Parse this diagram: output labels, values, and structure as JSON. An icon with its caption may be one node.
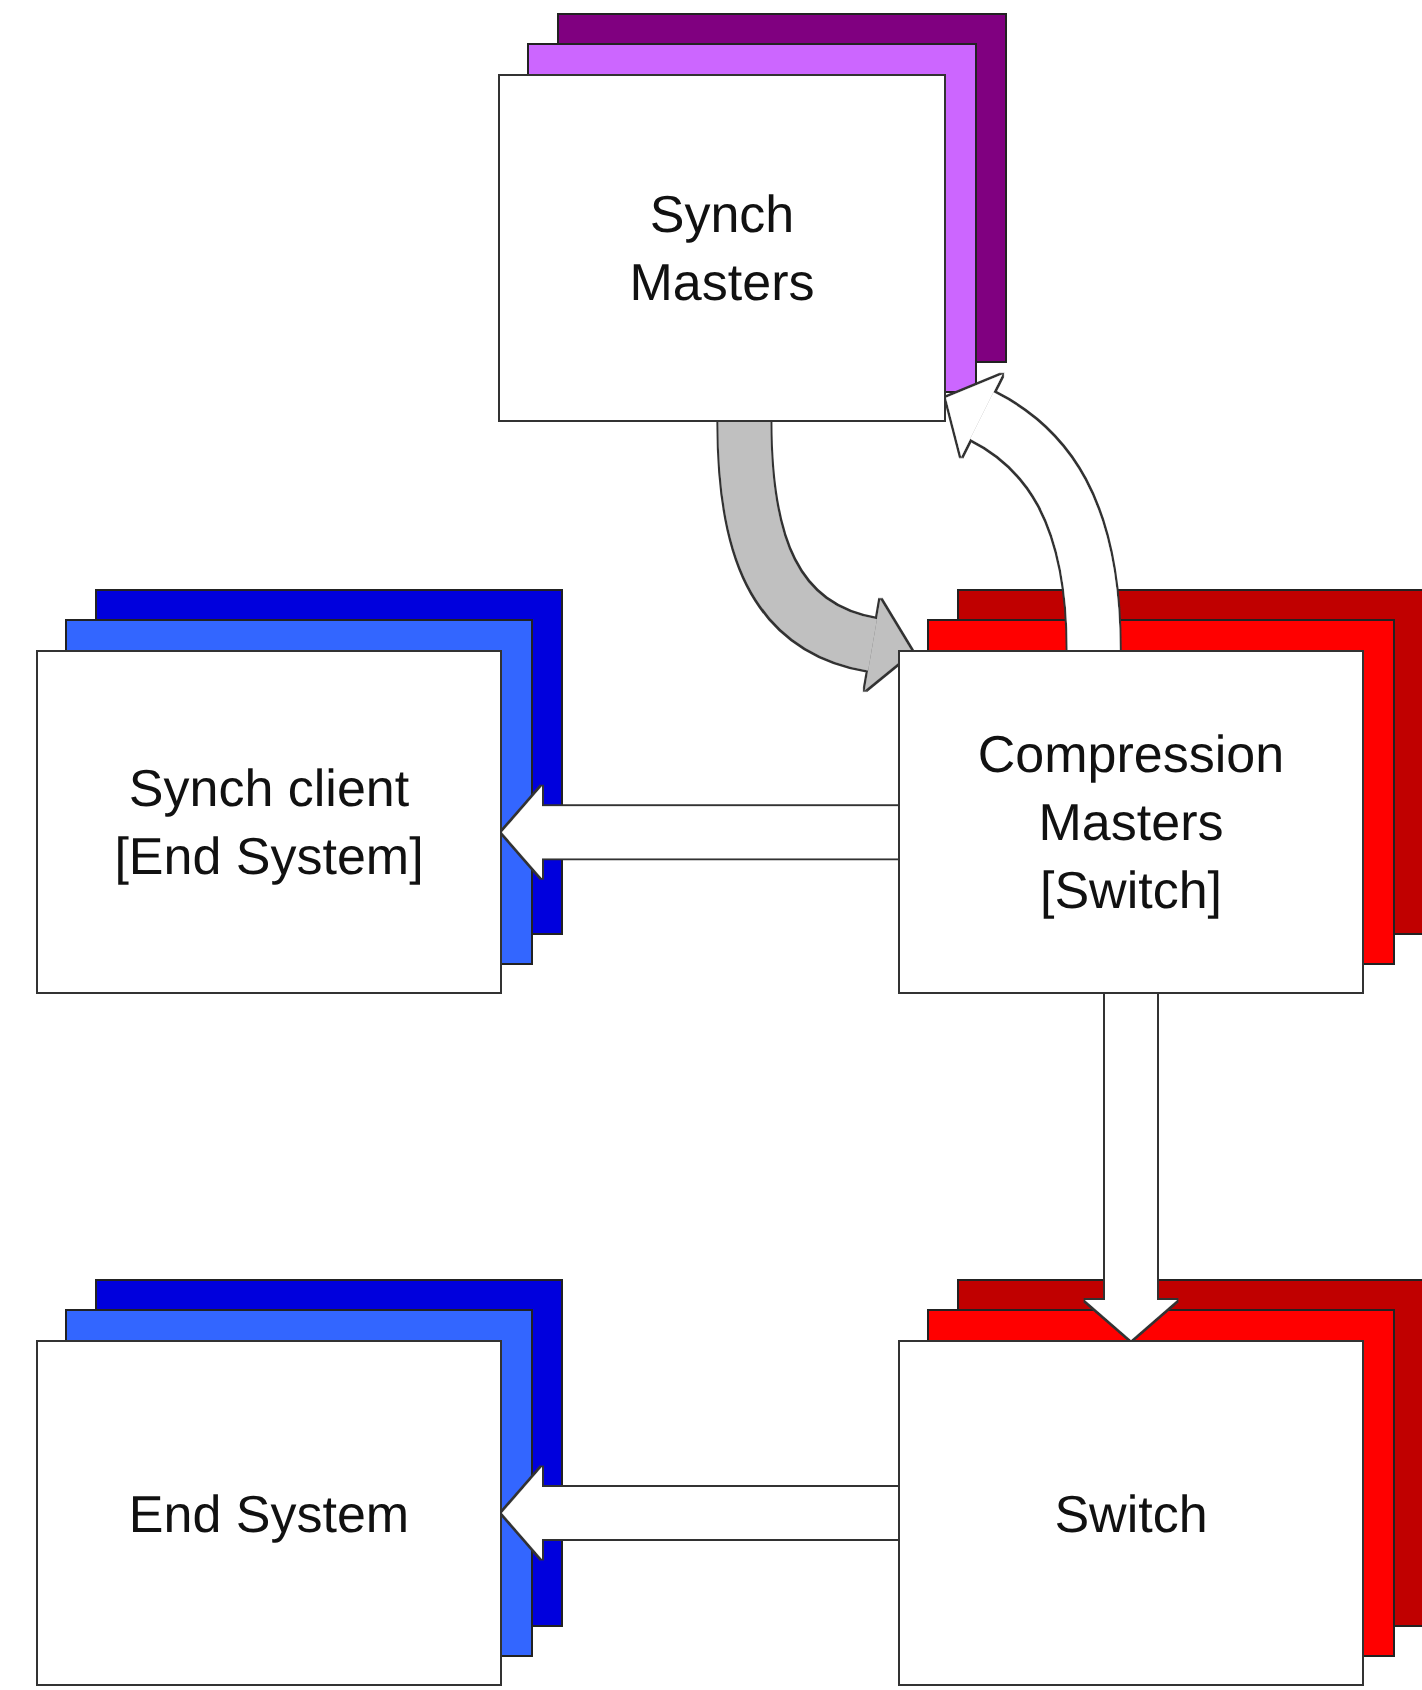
{
  "diagram": {
    "nodes": [
      {
        "text": [
          "Synch Masters"
        ]
      },
      {
        "text": [
          "Synch client [End System]"
        ]
      },
      {
        "text": [
          "Compression Masters [Switch]"
        ]
      },
      {
        "text": [
          "End System"
        ]
      },
      {
        "text": [
          "Switch"
        ]
      }
    ],
    "edges": [
      {
        "from": 0,
        "to": 2,
        "arrow": "to",
        "color": "#c0c0c0"
      },
      {
        "from": 2,
        "to": 0,
        "arrow": "to"
      },
      {
        "from": 2,
        "to": 1,
        "arrow": "to"
      },
      {
        "from": 2,
        "to": 4,
        "arrow": "to"
      },
      {
        "from": 4,
        "to": 3,
        "arrow": "to"
      }
    ]
  }
}
